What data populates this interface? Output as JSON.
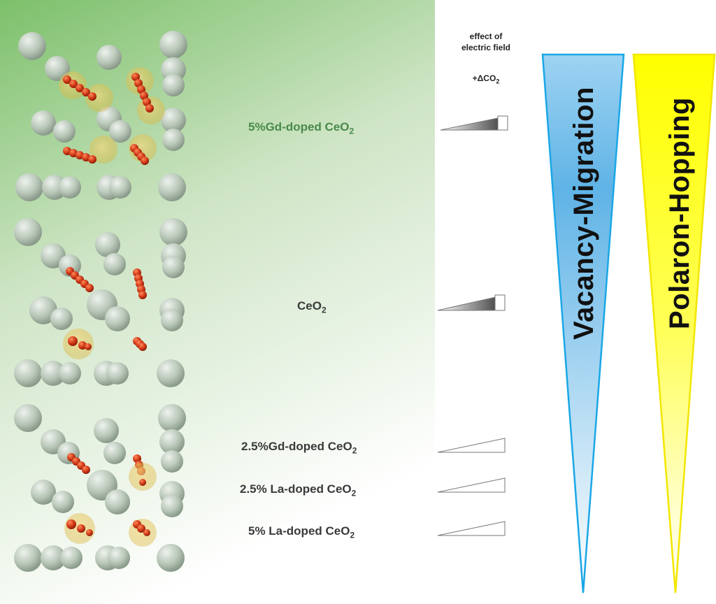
{
  "header": {
    "effect_line1": "effect of",
    "effect_line2": "electric field",
    "delta_co2_prefix": "+ΔCO",
    "delta_co2_sub": "2"
  },
  "materials": [
    {
      "name_prefix": "5%Gd-doped CeO",
      "sub": "2"
    },
    {
      "name_prefix": "CeO",
      "sub": "2"
    },
    {
      "name_prefix": "2.5%Gd-doped CeO",
      "sub": "2"
    },
    {
      "name_prefix": "2.5% La-doped CeO",
      "sub": "2"
    },
    {
      "name_prefix": "5% La-doped CeO",
      "sub": "2"
    }
  ],
  "mechanisms": {
    "vacancy": "Vacancy-Migration",
    "polaron": "Polaron-Hopping"
  },
  "colors": {
    "panel_green_top": "#7cc06a",
    "panel_green_bottom": "#ffffff",
    "vacancy_fill": "#5fb3e6",
    "vacancy_stroke": "#1aa7e6",
    "polaron_fill": "#ffff00",
    "polaron_stroke": "#f2e600",
    "oxygen_red": "#d23a18",
    "dopant_halo": "#e8c44a"
  }
}
